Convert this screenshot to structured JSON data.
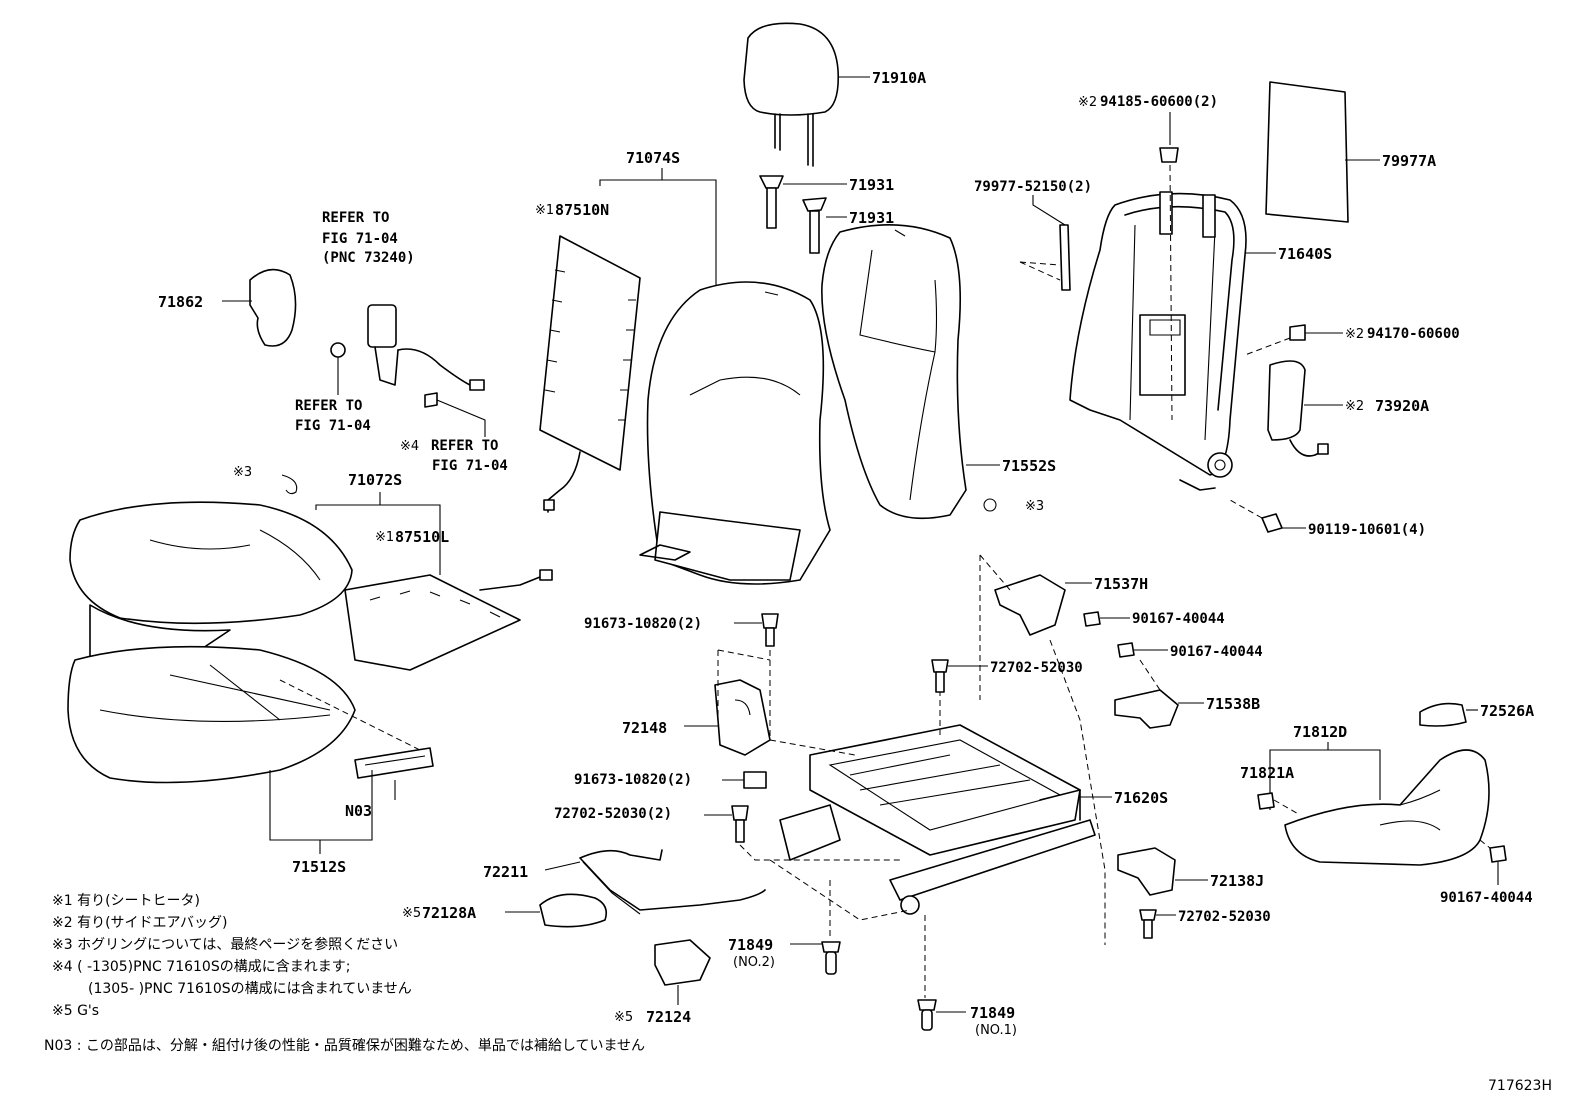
{
  "diagram_id": "717623H",
  "parts": {
    "p71910A": "71910A",
    "p71931a": "71931",
    "p71931b": "71931",
    "p71074S": "71074S",
    "p87510N": "87510N",
    "p87510N_mark": "※1",
    "p94185": "94185-60600(2)",
    "p94185_mark": "※2",
    "p79977A": "79977A",
    "p79977_52150": "79977-52150(2)",
    "p71640S": "71640S",
    "p94170": "94170-60600",
    "p94170_mark": "※2",
    "p73920A": "73920A",
    "p73920A_mark": "※2",
    "p90119": "90119-10601(4)",
    "p71552S": "71552S",
    "p3_right": "※3",
    "p71862": "71862",
    "ref1_line1": "REFER TO",
    "ref1_line2": "FIG 71-04",
    "ref1_line3": "(PNC 73240)",
    "ref2_line1": "REFER TO",
    "ref2_line2": "FIG 71-04",
    "ref3_mark": "※4",
    "ref3_line1": "REFER TO",
    "ref3_line2": "FIG 71-04",
    "p3_left": "※3",
    "p71072S": "71072S",
    "p87510L": "87510L",
    "p87510L_mark": "※1",
    "pN03": "N03",
    "p71512S": "71512S",
    "p71537H": "71537H",
    "p90167a": "90167-40044",
    "p90167b": "90167-40044",
    "p72702a": "72702-52030",
    "p71538B": "71538B",
    "p91673a": "91673-10820(2)",
    "p91673b": "91673-10820(2)",
    "p72148": "72148",
    "p72702b": "72702-52030(2)",
    "p71620S": "71620S",
    "p72211": "72211",
    "p72128A": "72128A",
    "p72128A_mark": "※5",
    "p72124": "72124",
    "p72124_mark": "※5",
    "p71849_2": "71849",
    "p71849_2_sub": "(NO.2)",
    "p71849_1": "71849",
    "p71849_1_sub": "(NO.1)",
    "p72138J": "72138J",
    "p72702c": "72702-52030",
    "p72526A": "72526A",
    "p71812D": "71812D",
    "p71821A": "71821A",
    "p90167c": "90167-40044"
  },
  "legend": {
    "n1": "※1  有り(シートヒータ)",
    "n2": "※2  有り(サイドエアバッグ)",
    "n3": "※3  ホグリングについては、最終ページを参照ください",
    "n4a": "※4  (       -1305)PNC 71610Sの構成に含まれます;",
    "n4b": "(1305-       )PNC 71610Sの構成には含まれていません",
    "n5": "※5  G's",
    "n03": "N03 : この部品は、分解・組付け後の性能・品質確保が困難なため、単品では補給していません"
  }
}
